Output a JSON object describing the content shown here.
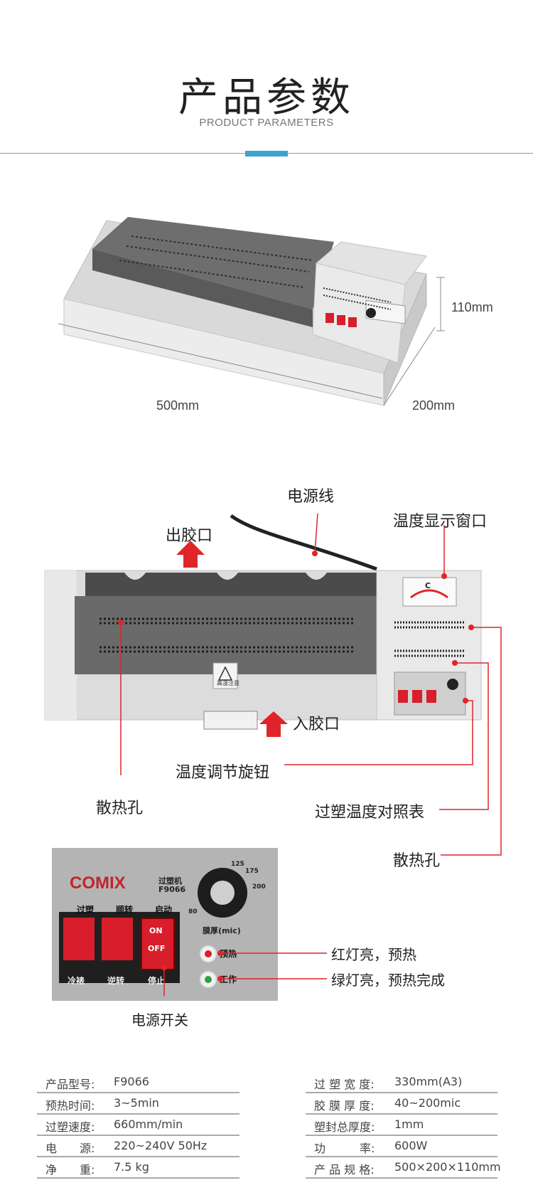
{
  "header": {
    "title": "产品参数",
    "subtitle": "PRODUCT PARAMETERS"
  },
  "dimensions": {
    "height": "110mm",
    "length": "500mm",
    "depth": "200mm"
  },
  "callouts": {
    "power_cord": "电源线",
    "temp_window": "温度显示窗口",
    "outlet": "出胶口",
    "inlet": "入胶口",
    "temp_knob": "温度调节旋钮",
    "vent_left": "散热孔",
    "temp_chart": "过塑温度对照表",
    "vent_right": "散热孔",
    "power_switch": "电源开关",
    "red_light": "红灯亮，预热",
    "green_light": "绿灯亮，预热完成"
  },
  "machine_labels": {
    "warning_text": "高温注意",
    "gauge_unit": "C",
    "panel_brand": "COMIX",
    "panel_name": "过塑机",
    "panel_model": "F9066",
    "btn1_top": "过塑",
    "btn1_bottom": "冷裱",
    "btn2_top": "顺转",
    "btn2_bottom": "逆转",
    "btn3_top": "启动",
    "btn3_bottom": "停止",
    "switch_on": "ON",
    "switch_off": "OFF",
    "knob_label": "膜厚(mic)",
    "knob_scale_1": "80",
    "knob_scale_2": "125",
    "knob_scale_3": "175",
    "knob_scale_4": "200",
    "preheat": "预热",
    "work": "工作"
  },
  "specs_left": [
    {
      "label": "产品型号:",
      "value": "F9066"
    },
    {
      "label": "预热时间:",
      "value": "3~5min"
    },
    {
      "label": "过塑速度:",
      "value": "660mm/min"
    },
    {
      "label": "电　　源:",
      "value": "220~240V 50Hz"
    },
    {
      "label": "净　　重:",
      "value": "7.5 kg"
    }
  ],
  "specs_right": [
    {
      "label": "过 塑 宽 度:",
      "value": "330mm(A3)"
    },
    {
      "label": "胶 膜 厚 度:",
      "value": "40~200mic"
    },
    {
      "label": "塑封总厚度:",
      "value": "1mm"
    },
    {
      "label": "功　　　率:",
      "value": "600W"
    },
    {
      "label": "产 品 规 格:",
      "value": "500×200×110mm"
    }
  ],
  "colors": {
    "accent": "#3aa4d0",
    "callout_line": "#e0252a",
    "button_red": "#d81e2a"
  }
}
